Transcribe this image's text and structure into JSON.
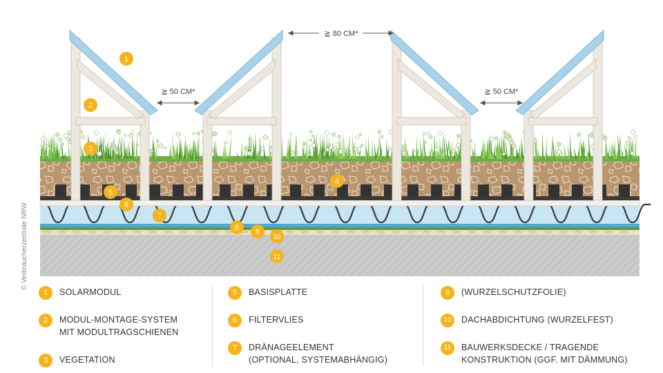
{
  "credit": "© Verbraucherzentrale NRW",
  "dimensions": {
    "top_gap": "≧ 80 CM*",
    "gap_left": "≧ 50 CM*",
    "gap_right": "≧ 50 CM*"
  },
  "markers": [
    "1",
    "2",
    "3",
    "4",
    "5",
    "6",
    "7",
    "8",
    "9",
    "10",
    "11"
  ],
  "legend": [
    {
      "num": "1",
      "lines": [
        "SOLARMODUL"
      ]
    },
    {
      "num": "2",
      "lines": [
        "MODUL-MONTAGE-SYSTEM",
        "MIT MODULTRAGSCHIENEN"
      ]
    },
    {
      "num": "3",
      "lines": [
        "VEGETATION"
      ]
    },
    {
      "num": "5",
      "lines": [
        "BASISPLATTE"
      ]
    },
    {
      "num": "6",
      "lines": [
        "FILTERVLIES"
      ]
    },
    {
      "num": "7",
      "lines": [
        "DRÄNAGEELEMENT",
        "(OPTIONAL, SYSTEMABHÄNGIG)"
      ]
    },
    {
      "num": "9",
      "lines": [
        "(WURZELSCHUTZFOLIE)"
      ]
    },
    {
      "num": "10",
      "lines": [
        "DACHABDICHTUNG (WURZELFEST)"
      ]
    },
    {
      "num": "11",
      "lines": [
        "BAUWERKSDECKE / TRAGENDE",
        "KONSTRUKTION (GGF. MIT DÄMMUNG)"
      ]
    }
  ],
  "colors": {
    "marker": "#f6b31b",
    "panel": "#a9d2e8",
    "frame": "#ece8df",
    "soil": "#b8956c",
    "grass": "#6fb64a",
    "water": "#bfe0f0",
    "concrete": "#c9c9c9"
  }
}
